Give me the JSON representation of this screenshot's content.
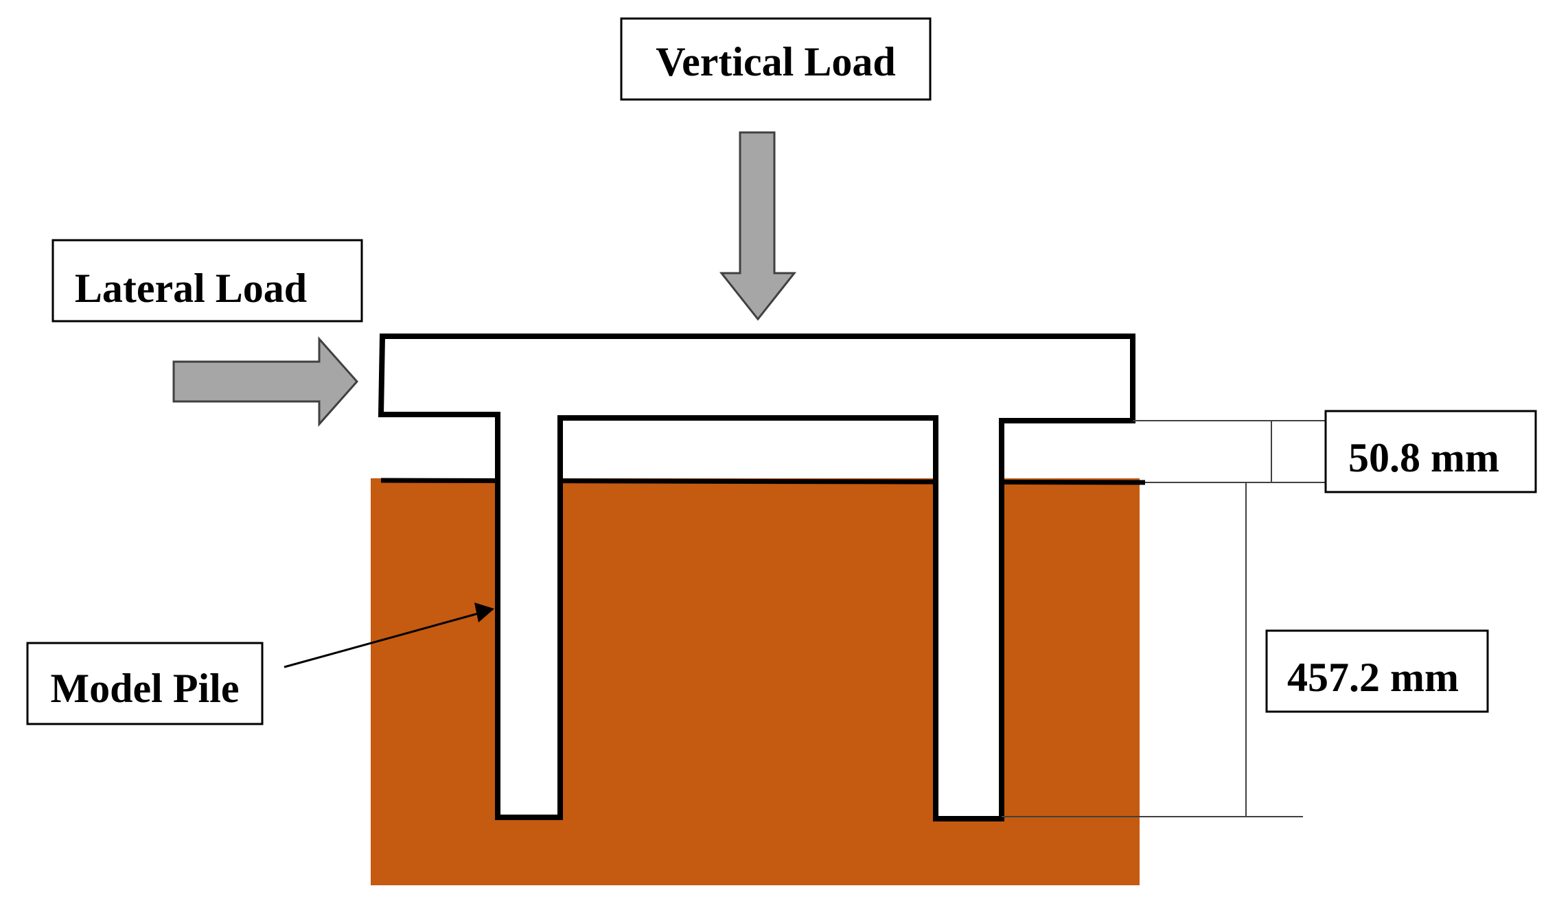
{
  "labels": {
    "vertical_load": "Vertical Load",
    "lateral_load": "Lateral Load",
    "model_pile": "Model Pile",
    "cap_gap": "50.8 mm",
    "embedment_depth": "457.2 mm"
  },
  "colors": {
    "soil": "#C55A11",
    "arrow_fill": "#A6A6A6",
    "outline": "#000000",
    "dimension_line": "#404040"
  }
}
